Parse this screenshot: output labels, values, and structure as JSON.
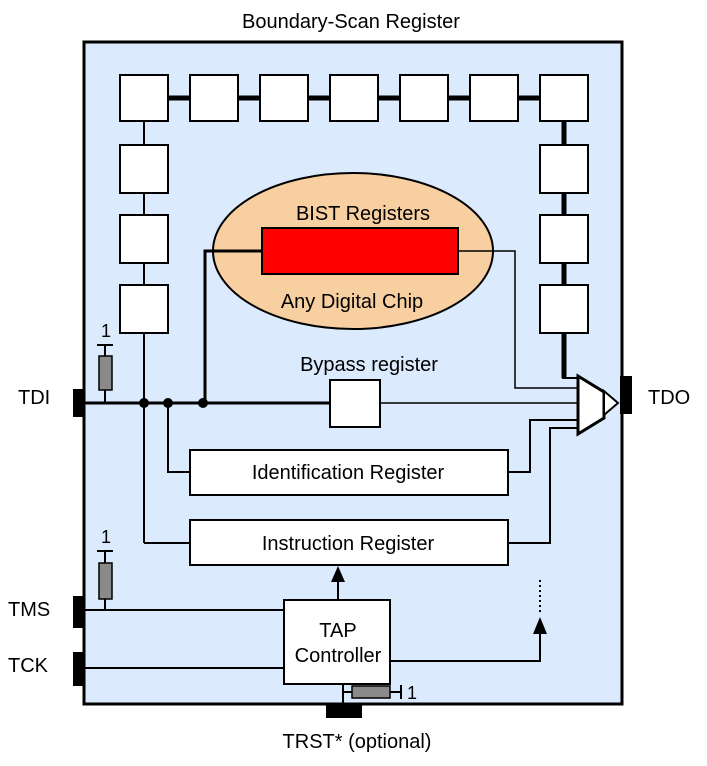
{
  "diagram": {
    "title": "Boundary-Scan Register",
    "chip_label": "Any Digital Chip",
    "bist_label": "BIST Registers",
    "bypass_label": "Bypass register",
    "id_register_label": "Identification Register",
    "instruction_register_label": "Instruction Register",
    "tap_line1": "TAP",
    "tap_line2": "Controller",
    "pins": {
      "tdi": "TDI",
      "tdo": "TDO",
      "tms": "TMS",
      "tck": "TCK",
      "trst": "TRST* (optional)"
    },
    "pullup_value": "1",
    "colors": {
      "chip_background": "#dbeafc",
      "ellipse_fill": "#f8cfa0",
      "bist_fill": "#ff0000",
      "resistor_fill": "#8a8a8a",
      "line": "#000000"
    }
  }
}
